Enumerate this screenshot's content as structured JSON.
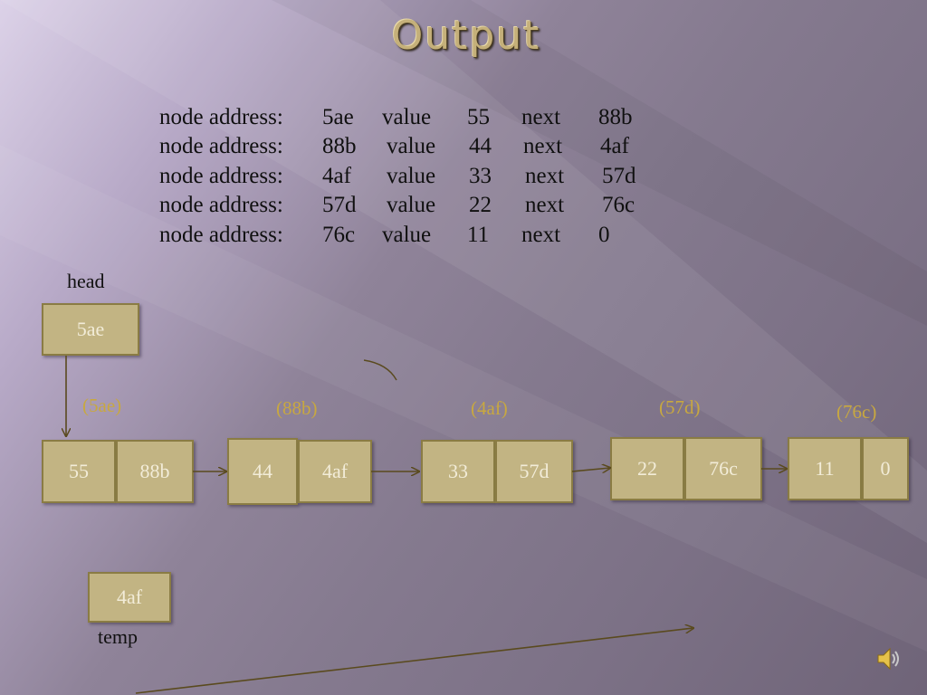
{
  "title": "Output",
  "output_lines": [
    {
      "prefix": "node address:",
      "address": "5ae",
      "value_label": "value",
      "value": "55",
      "next_label": "next",
      "next": "88b"
    },
    {
      "prefix": "node address:",
      "address": "88b",
      "value_label": "value",
      "value": "44",
      "next_label": "next",
      "next": "4af"
    },
    {
      "prefix": "node address:",
      "address": "4af",
      "value_label": "value",
      "value": "33",
      "next_label": "next",
      "next": "57d"
    },
    {
      "prefix": "node address:",
      "address": "57d",
      "value_label": "value",
      "value": "22",
      "next_label": "next",
      "next": "76c"
    },
    {
      "prefix": "node address:",
      "address": "76c",
      "value_label": "value",
      "value": "11",
      "next_label": "next",
      "next": "0"
    }
  ],
  "head": {
    "label": "head",
    "value": "5ae"
  },
  "temp": {
    "label": "temp",
    "value": "4af"
  },
  "nodes": [
    {
      "address": "(5ae)",
      "value": "55",
      "next": "88b"
    },
    {
      "address": "(88b)",
      "value": "44",
      "next": "4af"
    },
    {
      "address": "(4af)",
      "value": "33",
      "next": "57d"
    },
    {
      "address": "(57d)",
      "value": "22",
      "next": "76c"
    },
    {
      "address": "(76c)",
      "value": "11",
      "next": "0"
    }
  ],
  "colors": {
    "box_fill": "#c2b483",
    "box_text": "#f2ecd8",
    "address_text": "#c8a840",
    "arrow": "#5a4a1e",
    "title": "#c5b07a"
  },
  "icons": {
    "sound": "speaker-icon"
  }
}
